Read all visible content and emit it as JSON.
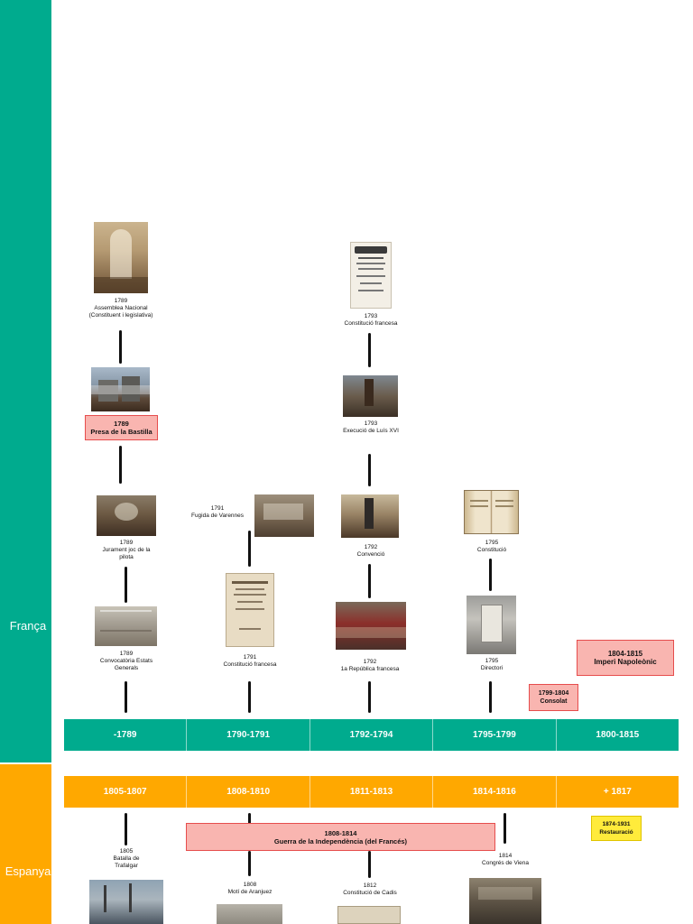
{
  "sidebar": {
    "franca_label": "França",
    "espanya_label": "Espanya"
  },
  "colors": {
    "france": "#00ab8e",
    "spain": "#ffa800"
  },
  "france_timeline": [
    "-1789",
    "1790-1791",
    "1792-1794",
    "1795-1799",
    "1800-1815"
  ],
  "spain_timeline": [
    "1805-1807",
    "1808-1810",
    "1811-1813",
    "1814-1816",
    "+ 1817"
  ],
  "france_events": {
    "assemblea": "1789\nAssemblea Nacional\n(Constituent i legislativa)",
    "bastilla": "1789\nPresa de la Bastilla",
    "jurament": "1789\nJurament joc de la\npilota",
    "convocatoria": "1789\nConvocatòria Estats\nGenerals",
    "varennes": "1791\nFugida de Varennes",
    "constitucio_1791": "1791\nConstitució francesa",
    "constitucio_1793": "1793\nConstitució francesa",
    "execucio": "1793\nExecució de Luís XVI",
    "convencio": "1792\nConvenció",
    "republica": "1792\n1a República francesa",
    "constitucio_1795": "1795\nConstitució",
    "directori": "1795\nDirectori",
    "consolat": "1799-1804\nConsolat",
    "imperi": "1804-1815\nImperi Napoleònic"
  },
  "spain_events": {
    "trafalgar": "1805\nBatalla de\nTrafalgar",
    "guerra": "1808-1814\nGuerra de la Independència (del Francés)",
    "aranjuez": "1808\nMotí de Aranjuez",
    "cadis": "1812\nConstitució de Cadis",
    "viena": "1814\nCongrés de Viena",
    "restauracio": "1874-1931\nRestauració"
  }
}
